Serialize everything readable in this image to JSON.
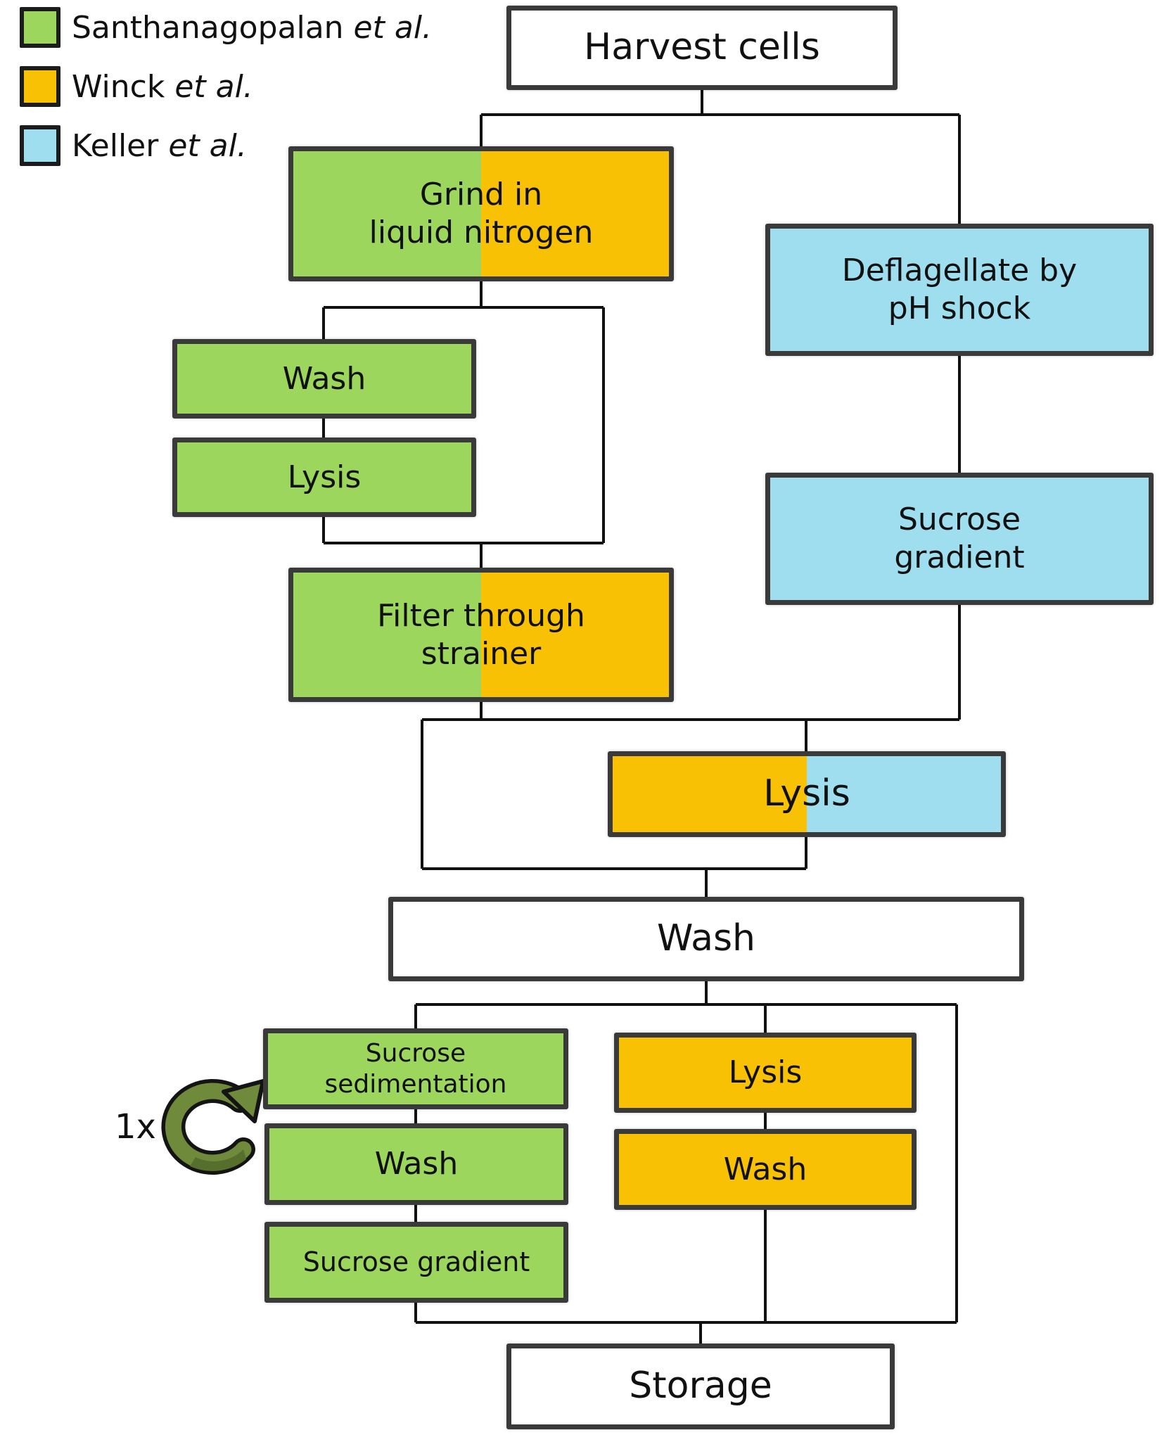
{
  "legend": {
    "items": [
      {
        "name": "Santhanagopalan ",
        "suffix": "et al.",
        "color_key": "green"
      },
      {
        "name": "Winck ",
        "suffix": "et al.",
        "color_key": "orange"
      },
      {
        "name": "Keller ",
        "suffix": "et al.",
        "color_key": "blue"
      }
    ]
  },
  "boxes": {
    "harvest": {
      "label": "Harvest cells",
      "fill": "white"
    },
    "grind": {
      "line1": "Grind in",
      "line2": "liquid nitrogen",
      "fill": "green-orange"
    },
    "deflagellate": {
      "line1": "Deflagellate by",
      "line2": "pH shock",
      "fill": "blue"
    },
    "wash1": {
      "label": "Wash",
      "fill": "green"
    },
    "lysis1": {
      "label": "Lysis",
      "fill": "green"
    },
    "filter": {
      "line1": "Filter through",
      "line2": "strainer",
      "fill": "green-orange"
    },
    "sucrose_gradient_blue": {
      "line1": "Sucrose",
      "line2": "gradient",
      "fill": "blue"
    },
    "lysis2": {
      "label": "Lysis",
      "fill": "orange-blue"
    },
    "wash2": {
      "label": "Wash",
      "fill": "white"
    },
    "sucrose_sedimentation": {
      "line1": "Sucrose",
      "line2": "sedimentation",
      "fill": "green"
    },
    "wash3": {
      "label": "Wash",
      "fill": "green"
    },
    "sucrose_gradient_green": {
      "label": "Sucrose gradient",
      "fill": "green"
    },
    "lysis3": {
      "label": "Lysis",
      "fill": "orange"
    },
    "wash4": {
      "label": "Wash",
      "fill": "orange"
    },
    "storage": {
      "label": "Storage",
      "fill": "white"
    }
  },
  "annotations": {
    "repeat_label": "1x"
  },
  "colors": {
    "green": "#9cd65d",
    "orange": "#f8c103",
    "blue": "#9fdeee",
    "border": "#3a3a3a",
    "line": "#111111",
    "arrow": "#6f8a3a",
    "arrow_dark": "#566f2c"
  }
}
